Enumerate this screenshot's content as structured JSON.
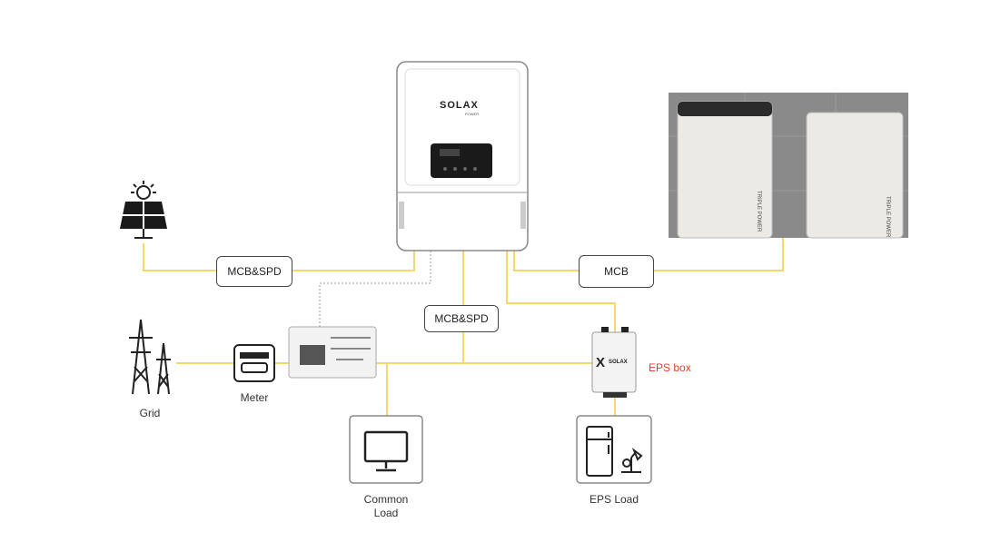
{
  "inverter": {
    "brand": "SOLAX",
    "sub": "POWER"
  },
  "labels": {
    "mcb_spd_pv": "MCB&SPD",
    "mcb_battery": "MCB",
    "mcb_spd_load": "MCB&SPD",
    "meter": "Meter",
    "grid": "Grid",
    "eps_box": "EPS box",
    "common_load": "Common\nLoad",
    "eps_load": "EPS Load"
  },
  "eps_box_brand": "SOLAX",
  "battery_brand": "TRIPLE POWER",
  "colors": {
    "wire": "#f5d86b",
    "comm": "#bbbbbb",
    "eps_text": "#e0402a",
    "outline": "#444444"
  }
}
